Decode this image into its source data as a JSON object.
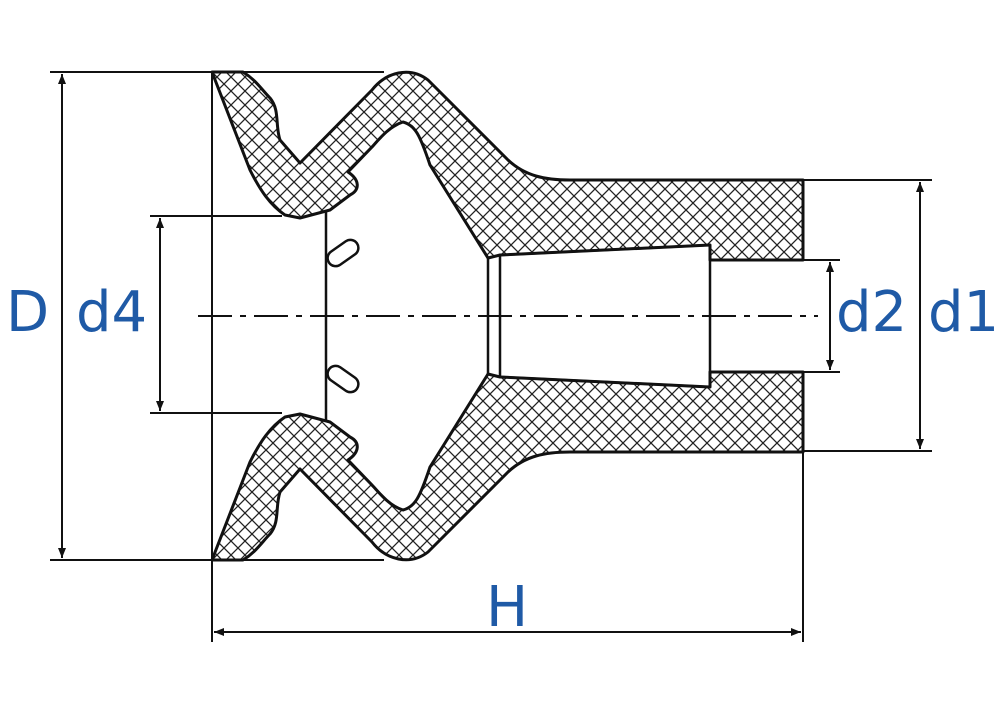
{
  "colors": {
    "label": "#1f5aa6",
    "line": "#111111",
    "hatch": "#222222",
    "background": "#ffffff"
  },
  "labels": {
    "D": "D",
    "d4": "d4",
    "d2": "d2",
    "d1": "d1",
    "H": "H"
  }
}
